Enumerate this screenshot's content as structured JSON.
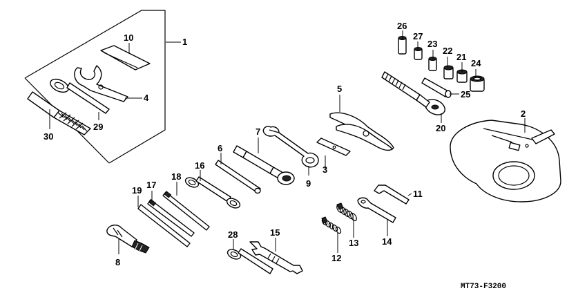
{
  "diagram": {
    "code": "MT73-F3200",
    "callouts": [
      {
        "id": "1",
        "label": "1"
      },
      {
        "id": "2",
        "label": "2"
      },
      {
        "id": "3",
        "label": "3"
      },
      {
        "id": "4",
        "label": "4"
      },
      {
        "id": "5",
        "label": "5"
      },
      {
        "id": "6",
        "label": "6"
      },
      {
        "id": "7",
        "label": "7"
      },
      {
        "id": "8",
        "label": "8"
      },
      {
        "id": "9",
        "label": "9"
      },
      {
        "id": "10",
        "label": "10"
      },
      {
        "id": "11",
        "label": "11"
      },
      {
        "id": "12",
        "label": "12"
      },
      {
        "id": "13",
        "label": "13"
      },
      {
        "id": "14",
        "label": "14"
      },
      {
        "id": "15",
        "label": "15"
      },
      {
        "id": "16",
        "label": "16"
      },
      {
        "id": "17",
        "label": "17"
      },
      {
        "id": "18",
        "label": "18"
      },
      {
        "id": "19",
        "label": "19"
      },
      {
        "id": "20",
        "label": "20"
      },
      {
        "id": "21",
        "label": "21"
      },
      {
        "id": "22",
        "label": "22"
      },
      {
        "id": "23",
        "label": "23"
      },
      {
        "id": "24",
        "label": "24"
      },
      {
        "id": "25",
        "label": "25"
      },
      {
        "id": "26",
        "label": "26"
      },
      {
        "id": "27",
        "label": "27"
      },
      {
        "id": "28",
        "label": "28"
      },
      {
        "id": "29",
        "label": "29"
      },
      {
        "id": "30",
        "label": "30"
      }
    ]
  }
}
